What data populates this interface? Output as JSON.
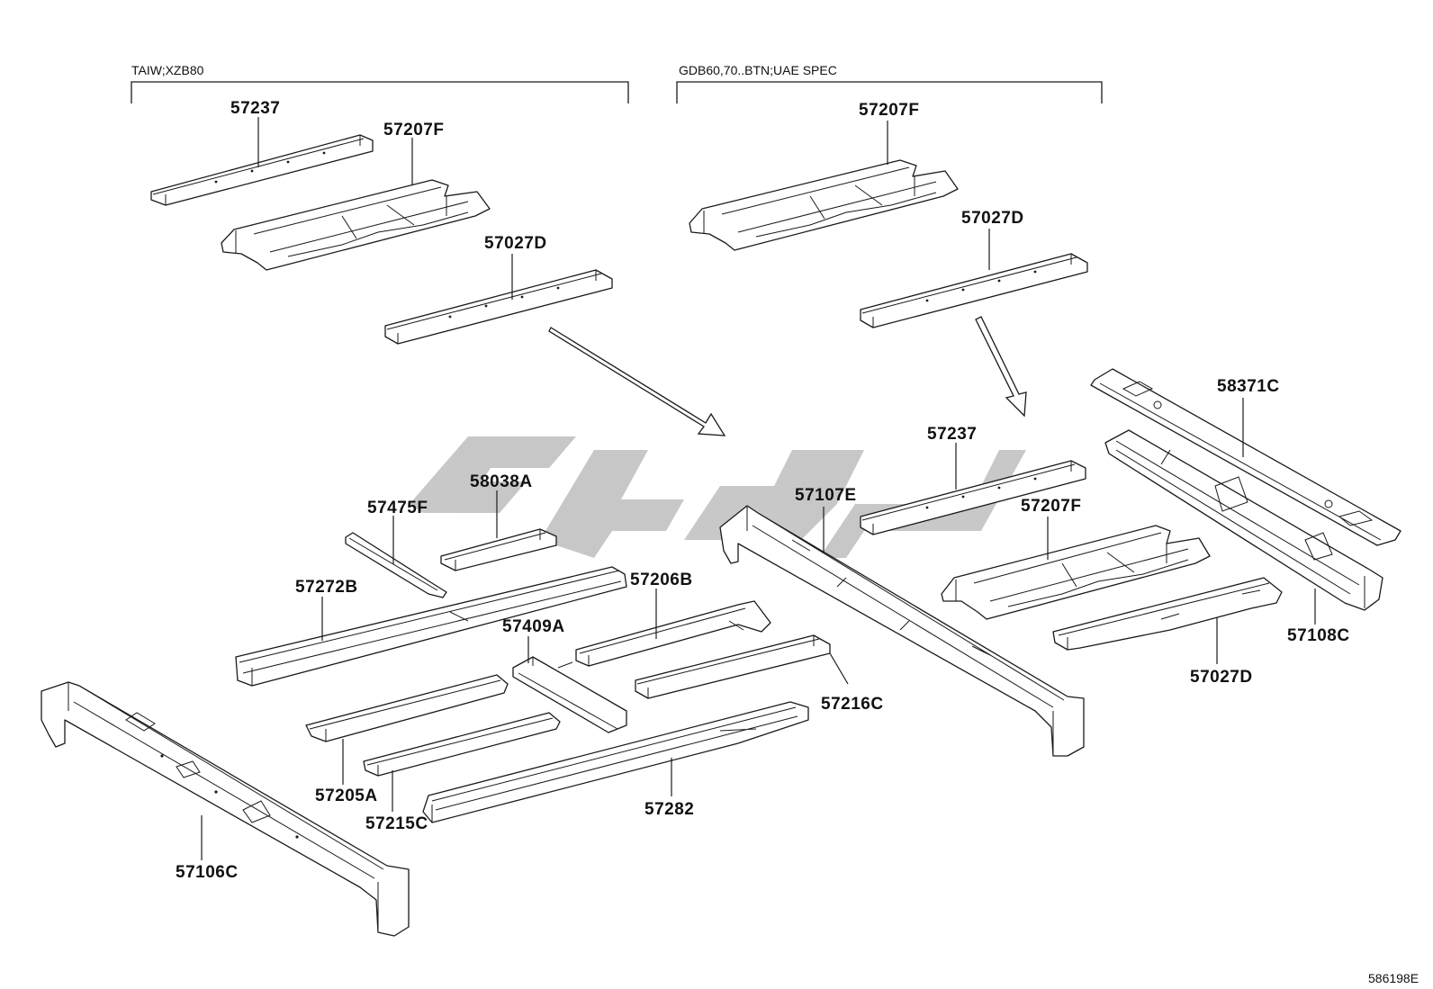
{
  "groups": {
    "left": {
      "label": "TAIW;XZB80"
    },
    "right": {
      "label": "GDB60,70..BTN;UAE SPEC"
    }
  },
  "parts": {
    "left_57237": "57237",
    "left_57207F": "57207F",
    "left_57027D": "57027D",
    "right_57207F": "57207F",
    "right_57027D": "57027D",
    "p58371C": "58371C",
    "p57237": "57237",
    "p57107E": "57107E",
    "p57207F": "57207F",
    "p57108C": "57108C",
    "p57027D": "57027D",
    "p57475F": "57475F",
    "p58038A": "58038A",
    "p57272B": "57272B",
    "p57206B": "57206B",
    "p57409A": "57409A",
    "p57216C": "57216C",
    "p57205A": "57205A",
    "p57215C": "57215C",
    "p57282": "57282",
    "p57106C": "57106C"
  },
  "diagram_id": "586198E",
  "colors": {
    "line": "#1a1a1a",
    "watermark": "#9a9a9a"
  }
}
